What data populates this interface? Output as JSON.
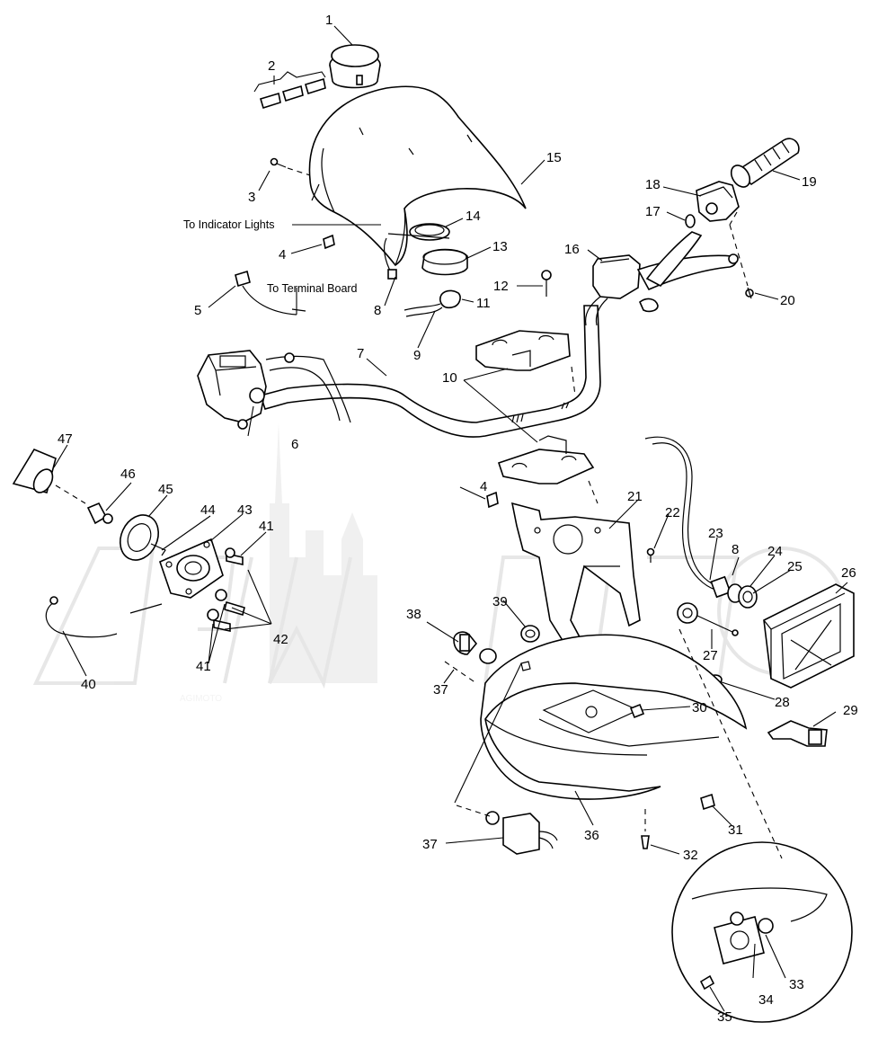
{
  "diagram": {
    "notes": {
      "indicator_lights": "To Indicator  Lights",
      "terminal_board": "To Terminal Board"
    },
    "watermark": {
      "brand": "AGIMOTO"
    },
    "callouts": {
      "c1": "1",
      "c2": "2",
      "c3": "3",
      "c4a": "4",
      "c4b": "4",
      "c5": "5",
      "c6": "6",
      "c7": "7",
      "c8a": "8",
      "c8b": "8",
      "c9": "9",
      "c10": "10",
      "c11": "11",
      "c12": "12",
      "c13": "13",
      "c14": "14",
      "c15": "15",
      "c16": "16",
      "c17": "17",
      "c18": "18",
      "c19": "19",
      "c20": "20",
      "c21": "21",
      "c22": "22",
      "c23": "23",
      "c24": "24",
      "c25": "25",
      "c26": "26",
      "c27": "27",
      "c28": "28",
      "c29": "29",
      "c30": "30",
      "c31": "31",
      "c32": "32",
      "c33": "33",
      "c34": "34",
      "c35": "35",
      "c36": "36",
      "c37a": "37",
      "c37b": "37",
      "c38": "38",
      "c39": "39",
      "c40": "40",
      "c41a": "41",
      "c41b": "41",
      "c42": "42",
      "c43": "43",
      "c44": "44",
      "c45": "45",
      "c46": "46",
      "c47": "47"
    }
  }
}
